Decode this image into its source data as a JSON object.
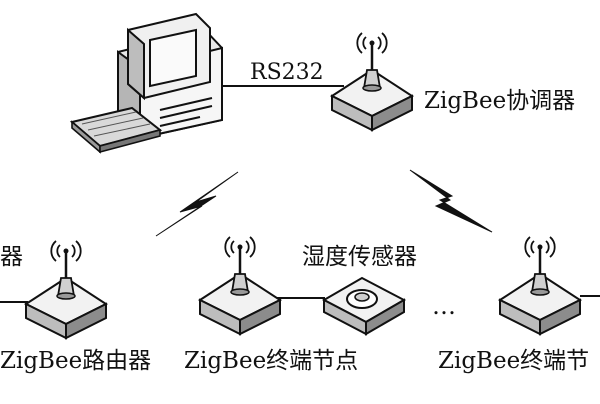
{
  "diagram": {
    "links": {
      "rs232": "RS232"
    },
    "coordinator": {
      "label": "ZigBee协调器"
    },
    "router": {
      "label": "ZigBee路由器",
      "partial_label": "器"
    },
    "end_node": {
      "label": "ZigBee终端节点"
    },
    "end_node_right": {
      "label": "ZigBee终端节"
    },
    "sensor": {
      "label": "湿度传感器"
    },
    "ellipsis": "…"
  }
}
